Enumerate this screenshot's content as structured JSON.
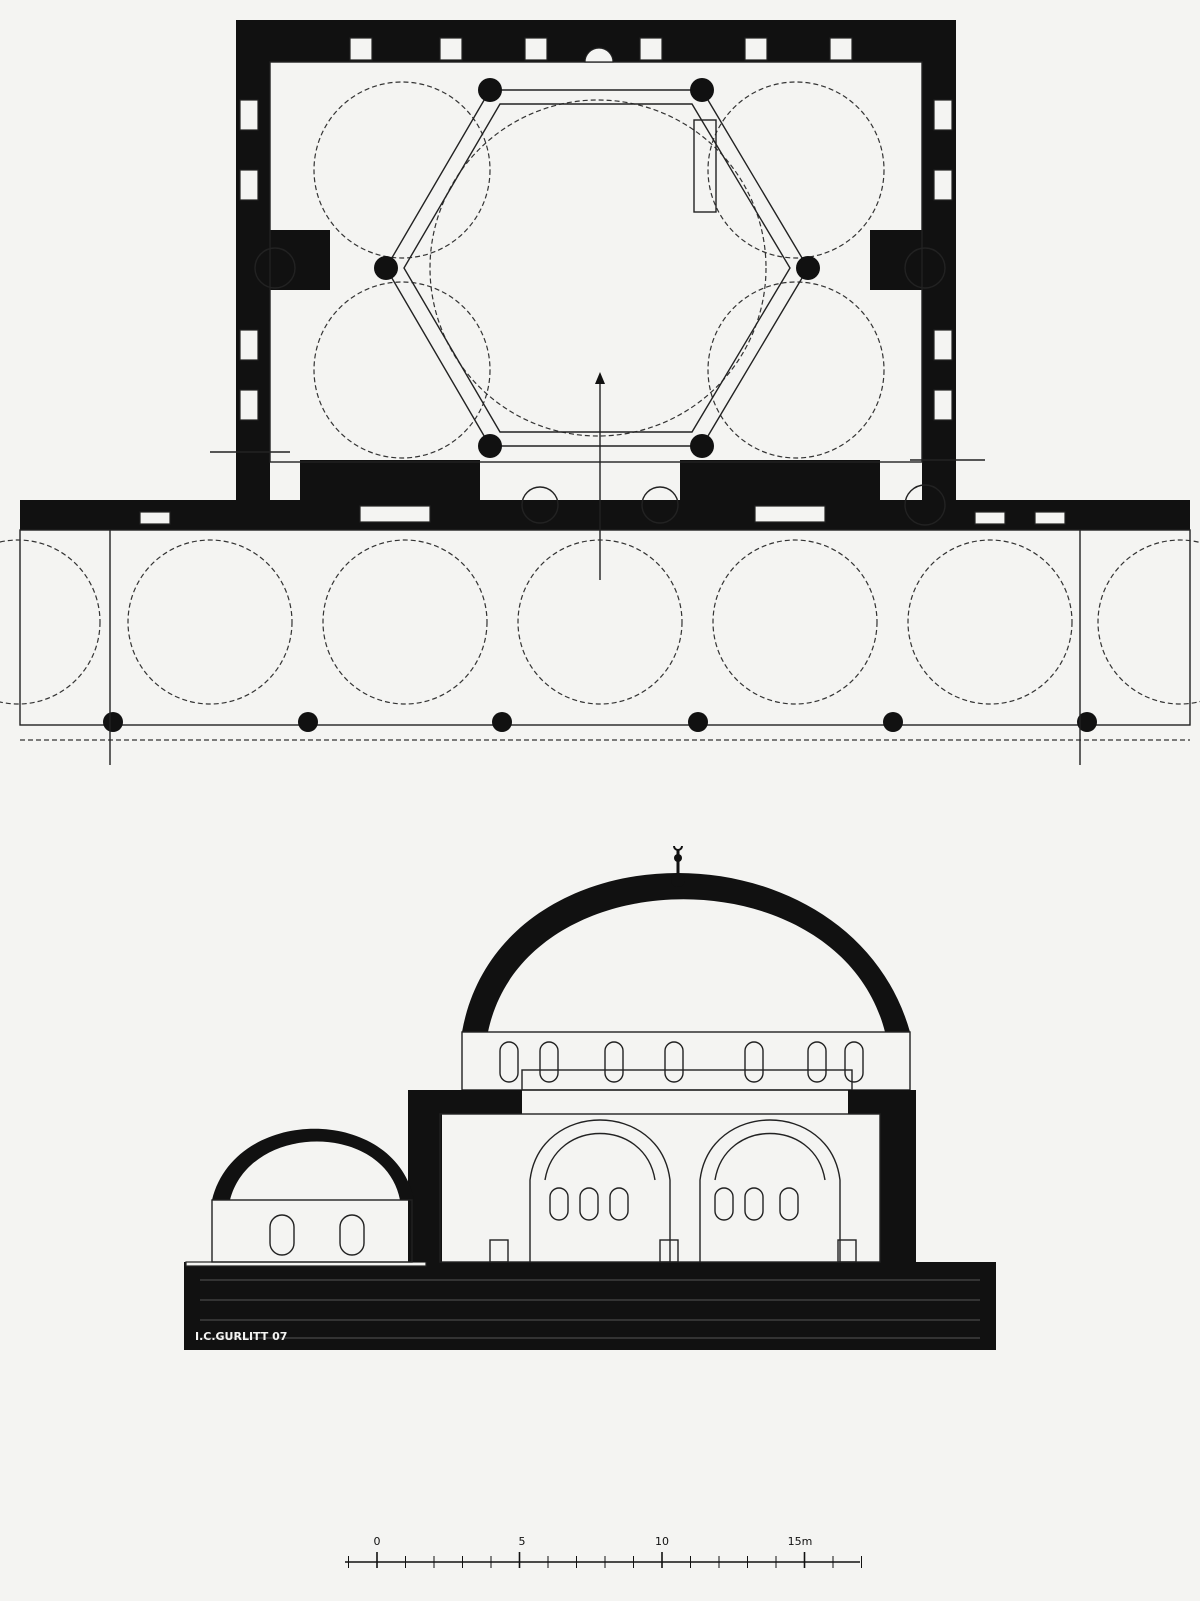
{
  "signature": "I.C.GURLITT 07",
  "scale_bar": {
    "unit": "m",
    "ticks": [
      "0",
      "5",
      "10",
      "15m"
    ]
  },
  "colors": {
    "ink": "#111111",
    "paper": "#f4f4f2"
  }
}
